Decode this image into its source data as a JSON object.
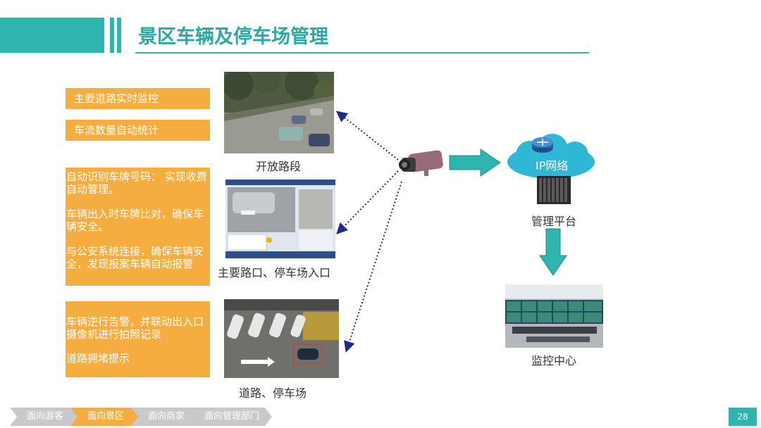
{
  "header": {
    "title": "景区车辆及停车场管理"
  },
  "features": {
    "box1": "主要道路实时监控",
    "box2": "车流数量自动统计",
    "box3": [
      " 自动识别车牌号码： 实现收费自动管理。",
      " 车辆出入时车牌比对，确保车辆安全。",
      " 与公安系统连接，确保车辆安全，发现报案车辆自动报警"
    ],
    "box4": [
      " 车辆逆行告警，并联动出入口摄像机进行拍照记录",
      "  道路拥堵提示"
    ]
  },
  "captions": {
    "photo1": "开放路段",
    "photo2": "主要路口、停车场入口",
    "photo3": "道路、停车场"
  },
  "network": {
    "cloud": "IP网络",
    "server": "管理平台",
    "control": "监控中心"
  },
  "footer": {
    "tabs": [
      "面向游客",
      "面向景区",
      "面向商家",
      "面向管理部门"
    ],
    "active_index": 1,
    "page_number": "28"
  },
  "colors": {
    "accent": "#2eb5b0",
    "orange": "#f5ad3f",
    "tab_gray": "#c9c9c9"
  }
}
